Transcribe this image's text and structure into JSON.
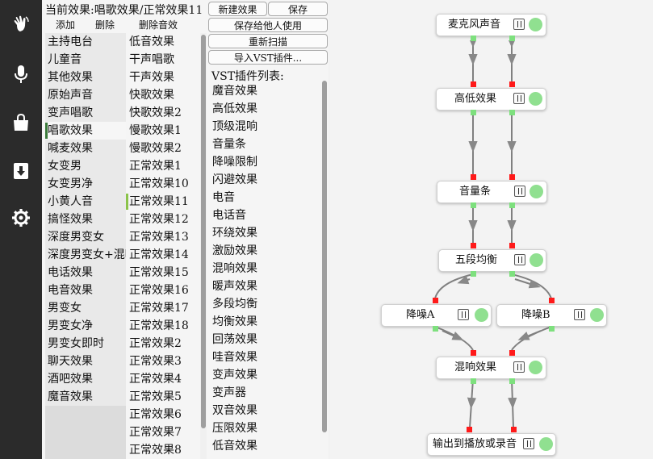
{
  "sidebar": {
    "icons": [
      "hand-wave-icon",
      "microphone-icon",
      "shopping-bag-icon",
      "download-icon",
      "gear-icon"
    ]
  },
  "left": {
    "current_effect": "当前效果:唱歌效果/正常效果11",
    "add_label": "添加",
    "delete_label": "删除",
    "delete_sound_label": "删除音效",
    "categories": [
      "主持电台",
      "儿童音",
      "其他效果",
      "原始声音",
      "变声唱歌",
      "唱歌效果",
      "喊麦效果",
      "女变男",
      "女变男净",
      "小黄人音",
      "搞怪效果",
      "深度男变女",
      "深度男变女+混响",
      "电话效果",
      "电音效果",
      "男变女",
      "男变女净",
      "男变女即时",
      "聊天效果",
      "酒吧效果",
      "魔音效果"
    ],
    "selected_category": 5,
    "presets": [
      "低音效果",
      "干声唱歌",
      "干声效果",
      "快歌效果",
      "快歌效果2",
      "慢歌效果1",
      "慢歌效果2",
      "正常效果1",
      "正常效果10",
      "正常效果11",
      "正常效果12",
      "正常效果13",
      "正常效果14",
      "正常效果15",
      "正常效果16",
      "正常效果17",
      "正常效果18",
      "正常效果2",
      "正常效果3",
      "正常效果4",
      "正常效果5",
      "正常效果6",
      "正常效果7",
      "正常效果8"
    ],
    "selected_preset": 9
  },
  "middle": {
    "new_effect_label": "新建效果",
    "save_label": "保存",
    "save_for_others_label": "保存给他人使用",
    "rescan_label": "重新扫描",
    "import_vst_label": "导入VST插件...",
    "vst_list_title": "VST插件列表:",
    "vst_plugins": [
      "魔音效果",
      "高低效果",
      "顶级混响",
      "音量条",
      "降噪限制",
      "闪避效果",
      "电音",
      "电话音",
      "环绕效果",
      "激励效果",
      "混响效果",
      "暖声效果",
      "多段均衡",
      "均衡效果",
      "回荡效果",
      "哇音效果",
      "变声效果",
      "变声器",
      "双音效果",
      "压限效果",
      "低音效果"
    ]
  },
  "graph": {
    "nodes": {
      "mic": "麦克风声音",
      "highlow": "高低效果",
      "volume": "音量条",
      "eq5": "五段均衡",
      "denoise_a": "降噪A",
      "denoise_b": "降噪B",
      "reverb": "混响效果",
      "output": "输出到播放或录音"
    }
  },
  "colors": {
    "sidebar_bg": "#2b2b2b",
    "port_in": "#ff1a1a",
    "port_out": "#7ee07e",
    "led_on": "#90e090"
  }
}
